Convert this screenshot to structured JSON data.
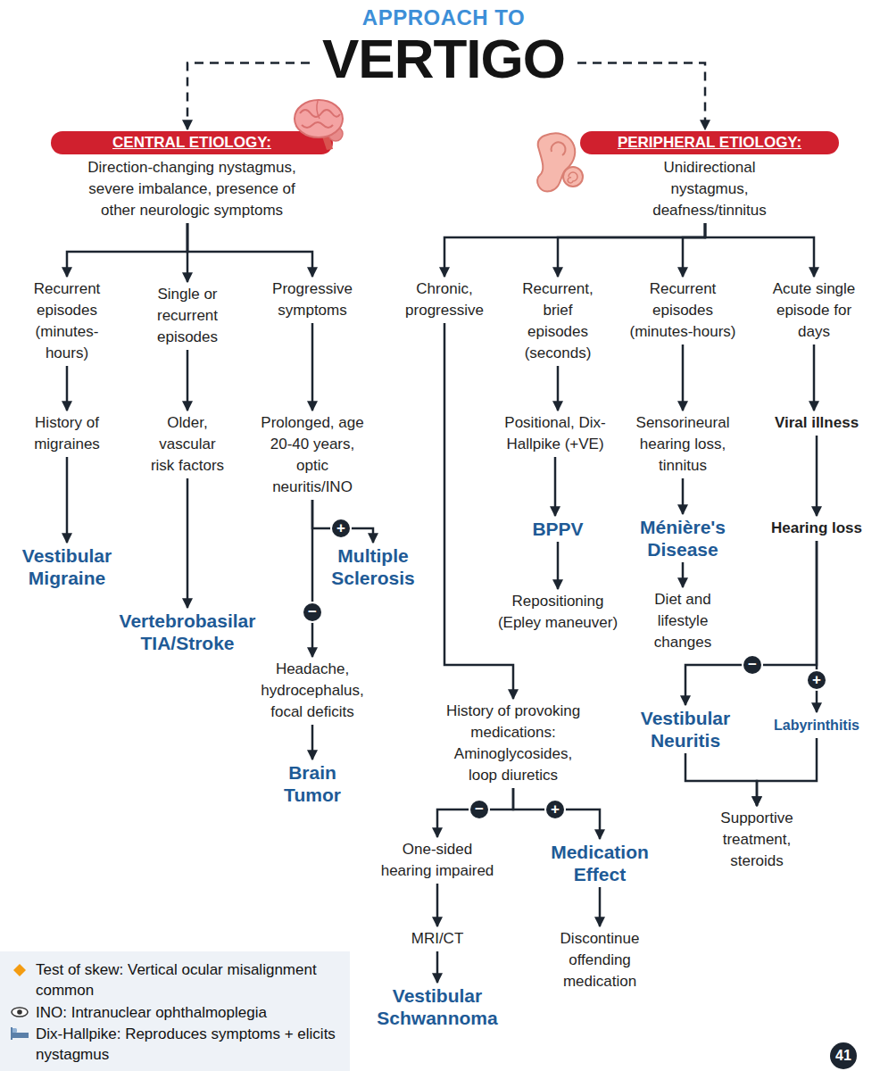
{
  "diagram": {
    "nodes": [
      {
        "text": [
          "APPROACH TO",
          "VERTIGO"
        ]
      },
      {
        "text": [
          "CENTRAL ETIOLOGY:",
          "Direction-changing nystagmus, severe imbalance, presence of other neurologic symptoms"
        ]
      },
      {
        "text": [
          "PERIPHERAL ETIOLOGY:",
          "Unidirectional nystagmus, deafness/tinnitus"
        ]
      },
      {
        "text": [
          "Recurrent episodes (minutes-hours)"
        ]
      },
      {
        "text": [
          "Single or recurrent episodes"
        ]
      },
      {
        "text": [
          "Progressive symptoms"
        ]
      },
      {
        "text": [
          "Chronic, progressive"
        ]
      },
      {
        "text": [
          "Recurrent, brief episodes (seconds)"
        ]
      },
      {
        "text": [
          "Recurrent episodes (minutes-hours)"
        ]
      },
      {
        "text": [
          "Acute single episode for days"
        ]
      },
      {
        "text": [
          "History of migraines"
        ]
      },
      {
        "text": [
          "Older, vascular risk factors"
        ]
      },
      {
        "text": [
          "Prolonged, age 20-40 years, optic neuritis/INO"
        ]
      },
      {
        "text": [
          "Positional, Dix-Hallpike (+VE)"
        ]
      },
      {
        "text": [
          "Sensorineural hearing loss, tinnitus"
        ]
      },
      {
        "text": [
          "Viral illness"
        ]
      },
      {
        "text": [
          "Vestibular Migraine"
        ]
      },
      {
        "text": [
          "Multiple Sclerosis"
        ]
      },
      {
        "text": [
          "Vertebrobasilar TIA/Stroke"
        ]
      },
      {
        "text": [
          "BPPV"
        ]
      },
      {
        "text": [
          "Ménière's Disease"
        ]
      },
      {
        "text": [
          "Hearing loss"
        ]
      },
      {
        "text": [
          "Repositioning (Epley maneuver)"
        ]
      },
      {
        "text": [
          "Diet and lifestyle changes"
        ]
      },
      {
        "text": [
          "Headache, hydrocephalus, focal deficits"
        ]
      },
      {
        "text": [
          "Brain Tumor"
        ]
      },
      {
        "text": [
          "History of provoking medications: Aminoglycosides, loop diuretics"
        ]
      },
      {
        "text": [
          "Vestibular Neuritis"
        ]
      },
      {
        "text": [
          "Labyrinthitis"
        ]
      },
      {
        "text": [
          "Supportive treatment, steroids"
        ]
      },
      {
        "text": [
          "One-sided hearing impaired"
        ]
      },
      {
        "text": [
          "Medication Effect"
        ]
      },
      {
        "text": [
          "MRI/CT"
        ]
      },
      {
        "text": [
          "Vestibular Schwannoma"
        ]
      },
      {
        "text": [
          "Discontinue offending medication"
        ]
      }
    ],
    "edges": [
      {
        "from": 0,
        "to": 1,
        "arrow": "to"
      },
      {
        "from": 0,
        "to": 2,
        "arrow": "to"
      },
      {
        "from": 1,
        "to": 3,
        "arrow": "to"
      },
      {
        "from": 1,
        "to": 4,
        "arrow": "to"
      },
      {
        "from": 1,
        "to": 5,
        "arrow": "to"
      },
      {
        "from": 2,
        "to": 6,
        "arrow": "to"
      },
      {
        "from": 2,
        "to": 7,
        "arrow": "to"
      },
      {
        "from": 2,
        "to": 8,
        "arrow": "to"
      },
      {
        "from": 2,
        "to": 9,
        "arrow": "to"
      },
      {
        "from": 3,
        "to": 10,
        "arrow": "to"
      },
      {
        "from": 10,
        "to": 16,
        "arrow": "to"
      },
      {
        "from": 4,
        "to": 11,
        "arrow": "to"
      },
      {
        "from": 11,
        "to": 18,
        "arrow": "to"
      },
      {
        "from": 5,
        "to": 12,
        "arrow": "to"
      },
      {
        "from": 12,
        "to": 17,
        "label": "+",
        "arrow": "to"
      },
      {
        "from": 12,
        "to": 24,
        "label": "−",
        "arrow": "to"
      },
      {
        "from": 24,
        "to": 25,
        "arrow": "to"
      },
      {
        "from": 6,
        "to": 26,
        "arrow": "to"
      },
      {
        "from": 26,
        "to": 30,
        "label": "−",
        "arrow": "to"
      },
      {
        "from": 26,
        "to": 31,
        "label": "+",
        "arrow": "to"
      },
      {
        "from": 30,
        "to": 32,
        "arrow": "to"
      },
      {
        "from": 32,
        "to": 33,
        "arrow": "to"
      },
      {
        "from": 31,
        "to": 34,
        "arrow": "to"
      },
      {
        "from": 7,
        "to": 13,
        "arrow": "to"
      },
      {
        "from": 13,
        "to": 19,
        "arrow": "to"
      },
      {
        "from": 19,
        "to": 22,
        "arrow": "to"
      },
      {
        "from": 8,
        "to": 14,
        "arrow": "to"
      },
      {
        "from": 14,
        "to": 20,
        "arrow": "to"
      },
      {
        "from": 20,
        "to": 23,
        "arrow": "to"
      },
      {
        "from": 9,
        "to": 15,
        "arrow": "to"
      },
      {
        "from": 15,
        "to": 21,
        "arrow": "to"
      },
      {
        "from": 21,
        "to": 27,
        "label": "−",
        "arrow": "to"
      },
      {
        "from": 21,
        "to": 28,
        "label": "+",
        "arrow": "to"
      },
      {
        "from": 27,
        "to": 29,
        "arrow": "to"
      },
      {
        "from": 28,
        "to": 29,
        "arrow": "to"
      }
    ],
    "labels": [
      "Test of skew: Vertical ocular misalignment common",
      "INO: Intranuclear ophthalmoplegia",
      "Dix-Hallpike: Reproduces symptoms + elicits nystagmus",
      "41"
    ]
  }
}
